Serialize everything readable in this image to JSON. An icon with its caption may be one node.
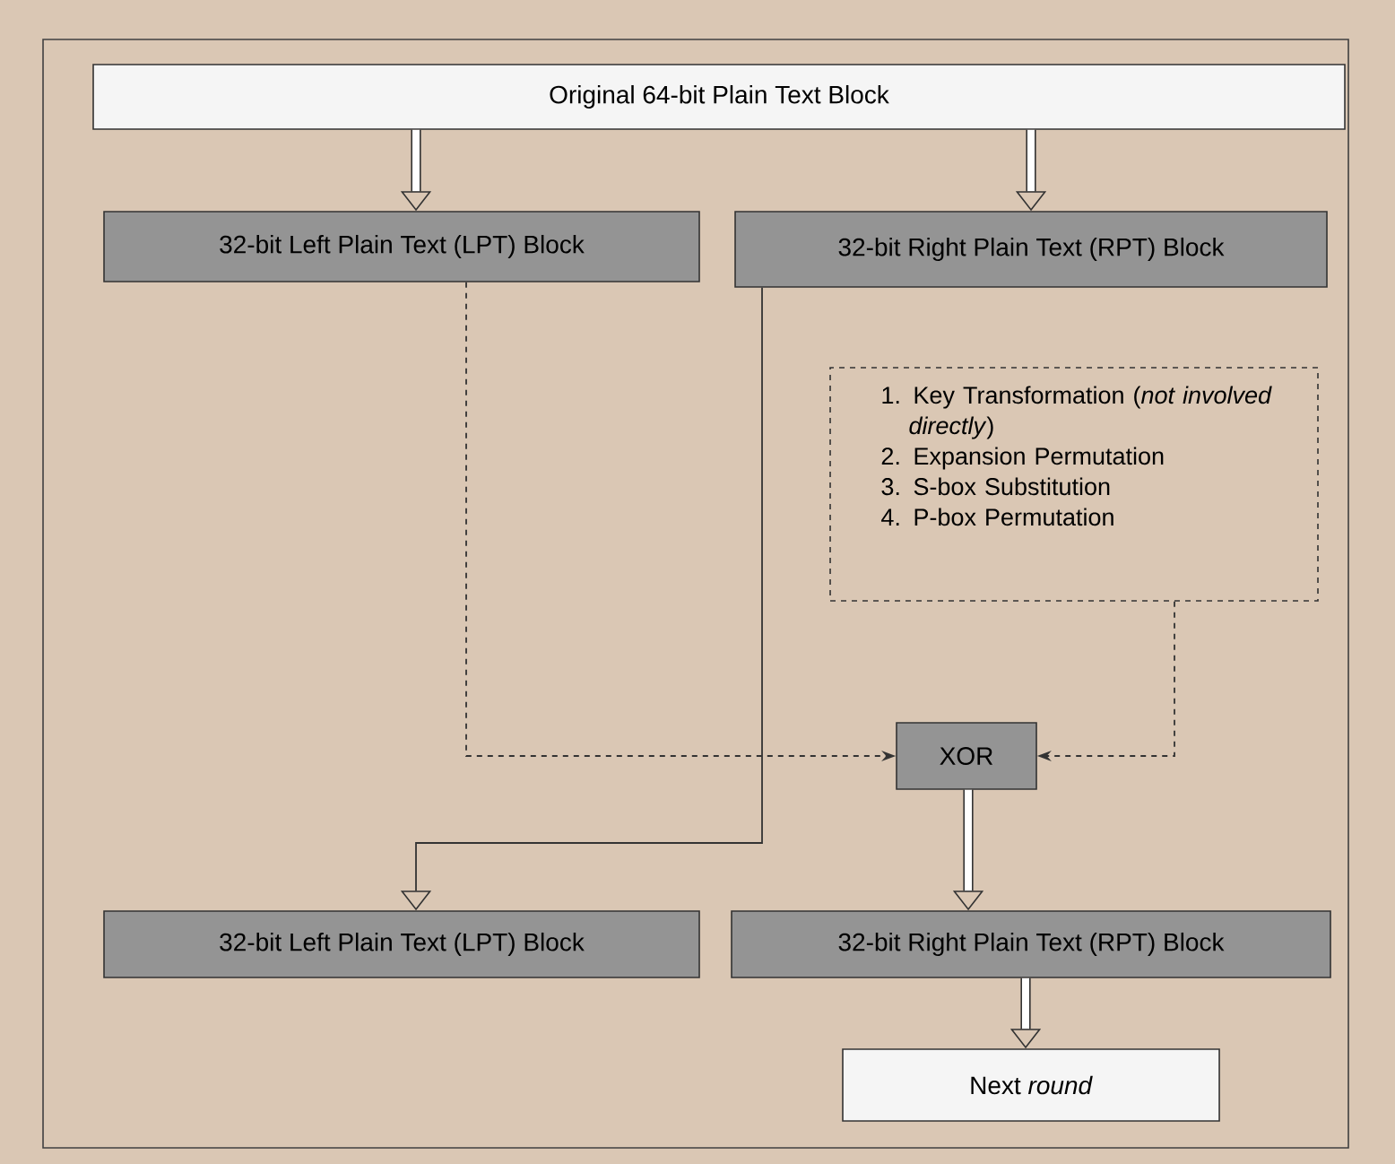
{
  "diagram": {
    "nodes": [
      {
        "text": [
          "Original 64-bit Plain Text Block"
        ]
      },
      {
        "text": [
          "32-bit Left Plain Text (LPT) Block"
        ]
      },
      {
        "text": [
          "32-bit Right Plain Text (RPT) Block"
        ]
      },
      {
        "text": [
          "1. Key Transformation (*not involved directly*)",
          "2. Expansion Permutation",
          "3. S-box Substitution",
          "4. P-box Permutation"
        ]
      },
      {
        "text": [
          "XOR"
        ]
      },
      {
        "text": [
          "32-bit Left Plain Text (LPT) Block"
        ]
      },
      {
        "text": [
          "32-bit Right Plain Text (RPT) Block"
        ]
      },
      {
        "text": [
          "Next *round*"
        ]
      }
    ],
    "edges": [
      {
        "from": 0,
        "to": 1,
        "arrow": "to"
      },
      {
        "from": 0,
        "to": 2,
        "arrow": "to"
      },
      {
        "from": 1,
        "to": 4,
        "arrow": "to",
        "style": "dashed"
      },
      {
        "from": 3,
        "to": 4,
        "arrow": "to",
        "style": "dashed"
      },
      {
        "from": 2,
        "to": 5,
        "arrow": "to"
      },
      {
        "from": 4,
        "to": 6,
        "arrow": "to"
      },
      {
        "from": 6,
        "to": 7,
        "arrow": "to"
      }
    ]
  }
}
